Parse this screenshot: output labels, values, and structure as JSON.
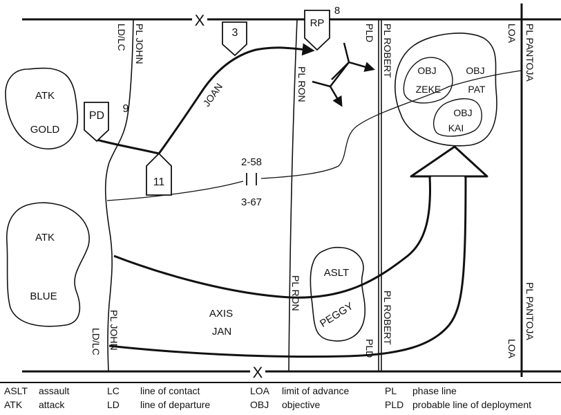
{
  "labels": {
    "x_top": "X",
    "x_bottom": "X",
    "crossing_number": "8",
    "pl_john_top": "PL JOHN",
    "ld_lc_top": "LD/LC",
    "pl_john_bottom": "PL JOHN",
    "ld_lc_bottom": "LD/LC",
    "pl_ron_top": "PL RON",
    "pl_ron_bottom": "PL RON",
    "pl_robert_top": "PL ROBERT",
    "pld_top": "PLD",
    "pl_robert_bottom": "PL ROBERT",
    "pld_bottom": "PLD",
    "pl_pantoja_top": "PL PANTOJA",
    "loa_top": "LOA",
    "pl_pantoja_bottom": "PL PANTOJA",
    "loa_bottom": "LOA",
    "atk_gold_1": "ATK",
    "atk_gold_2": "GOLD",
    "atk_blue_1": "ATK",
    "atk_blue_2": "BLUE",
    "aslt": "ASLT",
    "peggy": "PEGGY",
    "pd": "PD",
    "cp_3": "3",
    "cp_11": "11",
    "rp": "RP",
    "route_9": "9",
    "joan": "JOAN",
    "boundary_upper": "2-58",
    "boundary_lower": "3-67",
    "axis": "AXIS",
    "jan": "JAN",
    "obj_zeke_1": "OBJ",
    "obj_zeke_2": "ZEKE",
    "obj_pat_1": "OBJ",
    "obj_pat_2": "PAT",
    "obj_kai_1": "OBJ",
    "obj_kai_2": "KAI"
  },
  "legend": [
    {
      "abbr": "ASLT",
      "desc": "assault"
    },
    {
      "abbr": "ATK",
      "desc": "attack"
    },
    {
      "abbr": "LC",
      "desc": "line of contact"
    },
    {
      "abbr": "LD",
      "desc": "line of departure"
    },
    {
      "abbr": "LOA",
      "desc": "limit of advance"
    },
    {
      "abbr": "OBJ",
      "desc": "objective"
    },
    {
      "abbr": "PL",
      "desc": "phase line"
    },
    {
      "abbr": "PLD",
      "desc": "probable line of deployment"
    }
  ]
}
